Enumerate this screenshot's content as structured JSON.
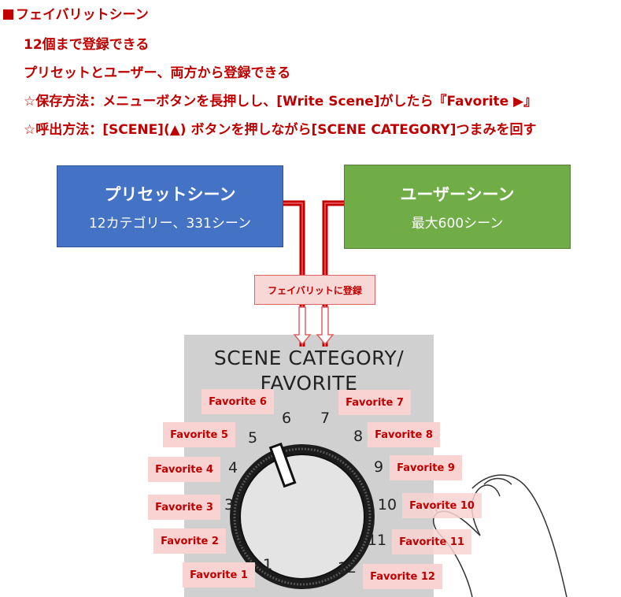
{
  "header": {
    "title": "フェイバリットシーン",
    "lines": [
      "12個まで登録できる",
      "プリセットとユーザー、両方から登録できる",
      "☆保存方法：メニューボタンを長押しし、[Write Scene]がしたら『Favorite ▶』",
      "☆呼出方法：[SCENE](▲) ボタンを押しながら[SCENE CATEGORY]つまみを回す"
    ]
  },
  "preset_box": {
    "title": "プリセットシーン",
    "subtitle": "12カテゴリー、331シーン"
  },
  "user_box": {
    "title": "ユーザーシーン",
    "subtitle": "最大600シーン"
  },
  "badge": "フェイバリットに登録",
  "panel": {
    "title_line1": "SCENE CATEGORY/",
    "title_line2": "FAVORITE"
  },
  "dial_numbers": [
    "1",
    "2",
    "3",
    "4",
    "5",
    "6",
    "7",
    "8",
    "9",
    "10",
    "11",
    "12"
  ],
  "favorites": [
    "Favorite 1",
    "Favorite 2",
    "Favorite 3",
    "Favorite 4",
    "Favorite 5",
    "Favorite 6",
    "Favorite 7",
    "Favorite 8",
    "Favorite 9",
    "Favorite 10",
    "Favorite 11",
    "Favorite 12"
  ],
  "colors": {
    "accent_red": "#c00000",
    "preset_blue": "#4472c4",
    "user_green": "#70ad47",
    "panel_gray": "#d0d0d0"
  }
}
